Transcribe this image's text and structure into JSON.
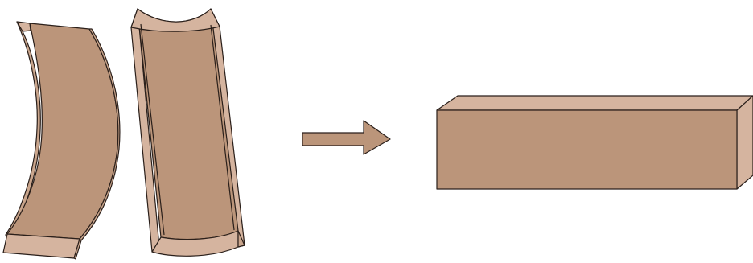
{
  "colors": {
    "background": "#ffffff",
    "wood_face": "#bb957a",
    "wood_light": "#d5b49f",
    "wood_mid": "#c9a58c",
    "outline": "#2a1f1a"
  },
  "diagram": {
    "panels": [
      {
        "id": "warped-board-left",
        "kind": "bowed board (crook)"
      },
      {
        "id": "warped-board-right",
        "kind": "cupped board"
      },
      {
        "id": "straight-board",
        "kind": "straight board"
      }
    ],
    "connector": {
      "id": "transform-arrow",
      "direction": "right"
    }
  }
}
